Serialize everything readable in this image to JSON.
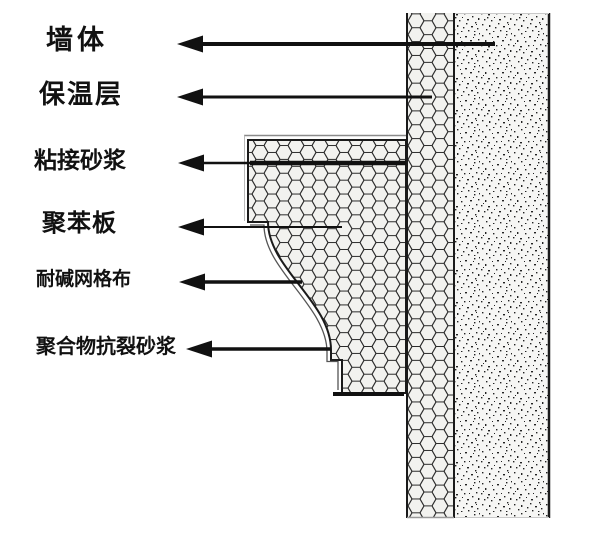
{
  "diagram": {
    "kind": "external-wall-insulation-decorative-molding-detail",
    "labels": [
      {
        "id": "wall",
        "text": "墙体"
      },
      {
        "id": "insulation-layer",
        "text": "保温层"
      },
      {
        "id": "bonding-mortar",
        "text": "粘接砂浆"
      },
      {
        "id": "polystyrene-board",
        "text": "聚苯板"
      },
      {
        "id": "alkali-resistant-mesh",
        "text": "耐碱网格布"
      },
      {
        "id": "polymer-anti-crack-mortar",
        "text": "聚合物抗裂砂浆"
      }
    ],
    "colors": {
      "line": "#1a1a1a",
      "background": "#ffffff",
      "hex_hatch_fill": "#f2f2ef",
      "stipple_fill": "#f6f6f4"
    }
  }
}
